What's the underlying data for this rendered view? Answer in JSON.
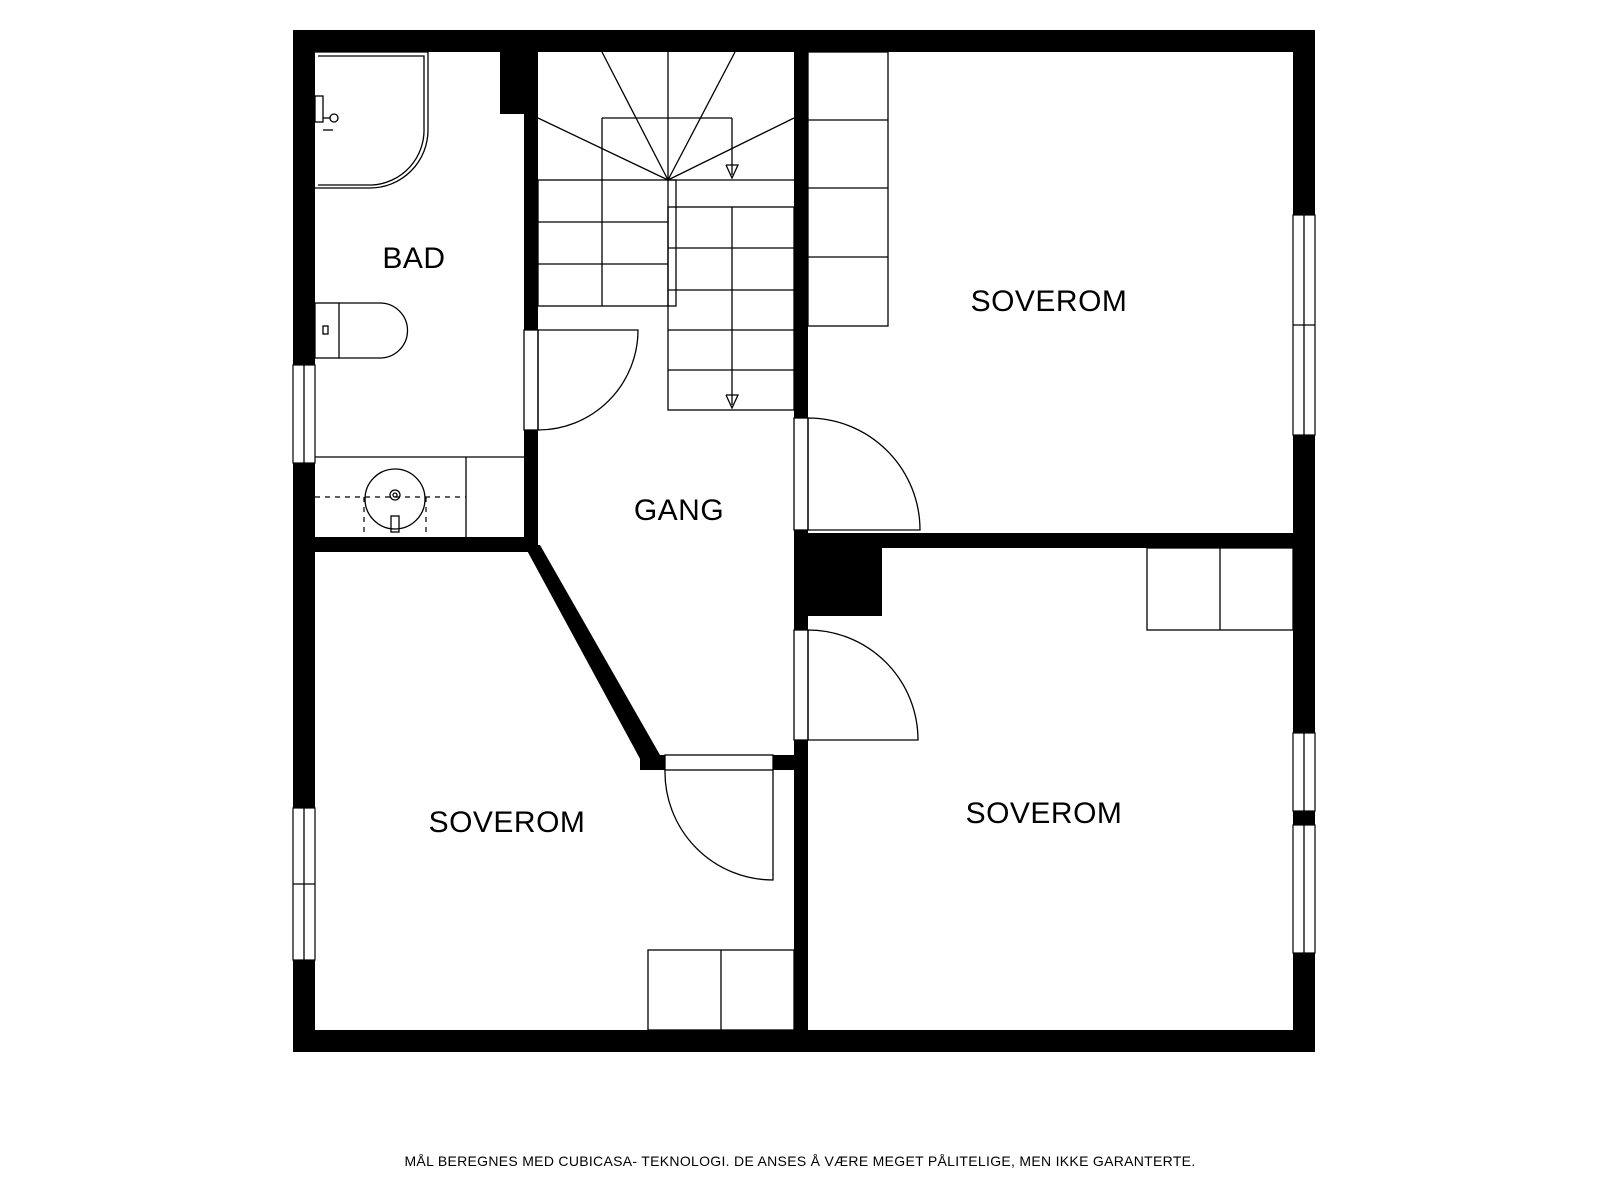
{
  "rooms": {
    "bad": "BAD",
    "gang": "GANG",
    "soverom_top_right": "SOVEROM",
    "soverom_bottom_left": "SOVEROM",
    "soverom_bottom_right": "SOVEROM"
  },
  "footer": {
    "disclaimer": "MÅL BEREGNES MED CUBICASA- TEKNOLOGI. DE ANSES Å VÆRE MEGET PÅLITELIGE, MEN IKKE GARANTERTE."
  },
  "colors": {
    "wall": "#000000",
    "background": "#ffffff"
  }
}
